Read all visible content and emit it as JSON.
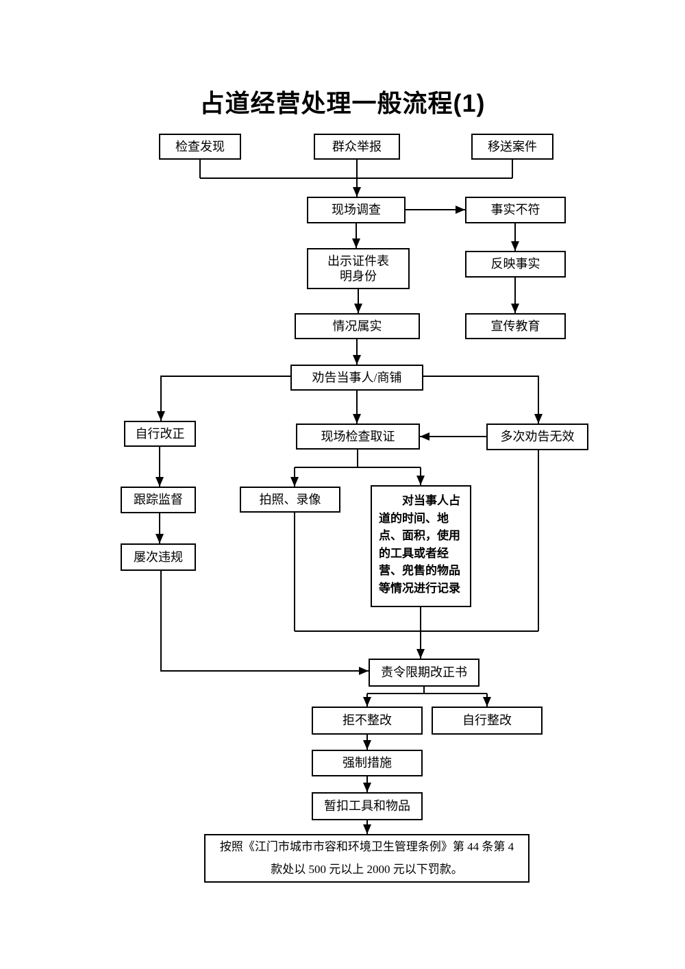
{
  "title": "占道经营处理一般流程(1)",
  "nodes": {
    "inspect_found": {
      "label": "检查发现"
    },
    "public_report": {
      "label": "群众举报"
    },
    "transfer_case": {
      "label": "移送案件"
    },
    "site_investigation": {
      "label": "现场调查"
    },
    "facts_mismatch": {
      "label": "事实不符"
    },
    "show_credentials": {
      "label": "出示证件表明身份"
    },
    "reflect_facts": {
      "label": "反映事实"
    },
    "situation_true": {
      "label": "情况属实"
    },
    "publicity_education": {
      "label": "宣传教育"
    },
    "advise_parties": {
      "label": "劝告当事人/商铺"
    },
    "self_correct": {
      "label": "自行改正"
    },
    "onsite_evidence": {
      "label": "现场检查取证"
    },
    "repeated_advice_invalid": {
      "label": "多次劝告无效"
    },
    "track_supervise": {
      "label": "跟踪监督"
    },
    "photo_video": {
      "label": "拍照、录像"
    },
    "record_details": {
      "label": "对当事人占道的时间、地点、面积，使用的工具或者经营、兜售的物品等情况进行记录"
    },
    "repeated_violations": {
      "label": "屡次违规"
    },
    "order_correction": {
      "label": "责令限期改正书"
    },
    "refuse_rectify": {
      "label": "拒不整改"
    },
    "self_rectify": {
      "label": "自行整改"
    },
    "compulsory_measures": {
      "label": "强制措施"
    },
    "seize_tools": {
      "label": "暂扣工具和物品"
    },
    "penalty_note": {
      "label": "按照《江门市城市市容和环境卫生管理条例》第 44 条第 4 款处以 500 元以上 2000 元以下罚款。"
    }
  },
  "colors": {
    "line": "#000000",
    "background": "#ffffff",
    "text": "#000000"
  }
}
